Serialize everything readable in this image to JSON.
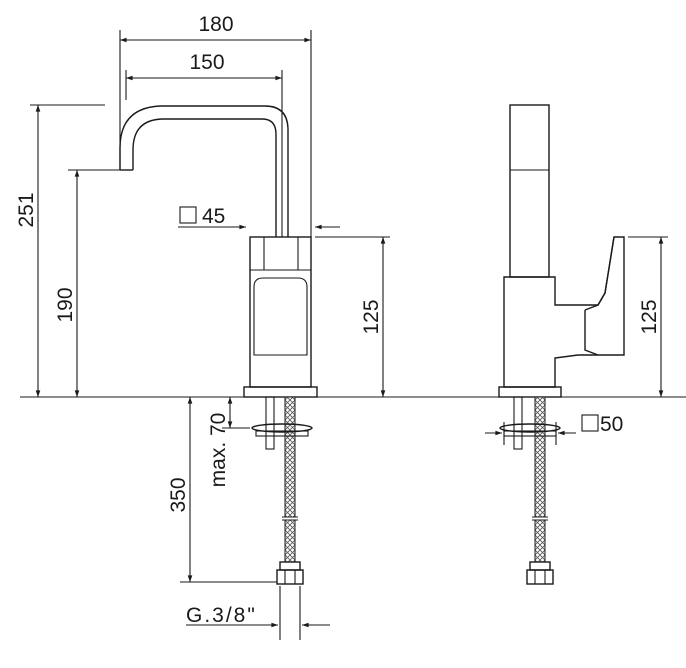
{
  "dimensions": {
    "spout_reach_outer": "180",
    "spout_reach_inner": "150",
    "total_height": "251",
    "spout_outlet_height": "190",
    "body_square": "45",
    "body_height_front": "125",
    "body_height_side": "125",
    "mount_max_thickness": "max. 70",
    "hose_length": "350",
    "thread_size": "G.3/8\"",
    "base_square": "50"
  },
  "icons": {
    "square_symbol": "square-icon"
  }
}
